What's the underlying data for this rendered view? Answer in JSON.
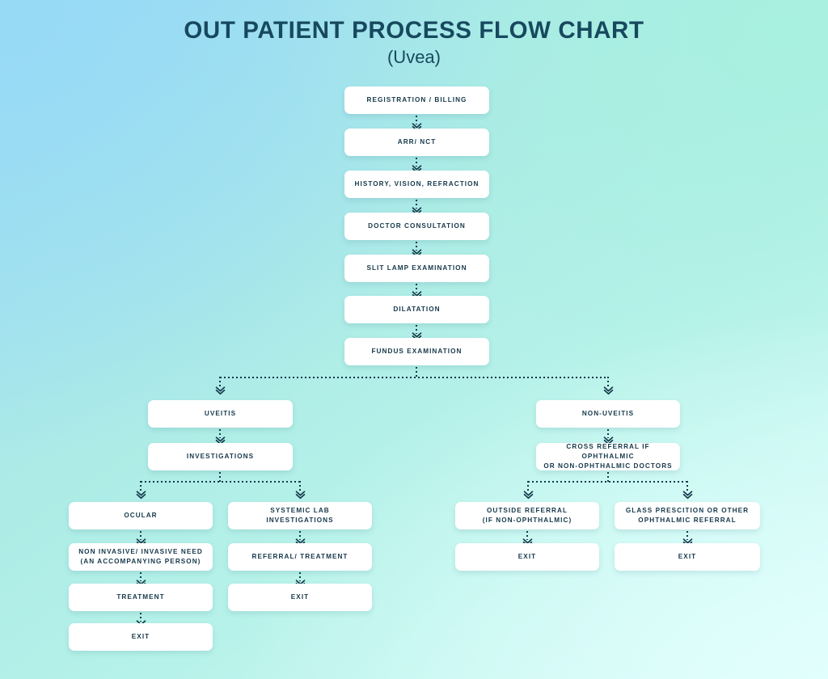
{
  "header": {
    "title": "OUT PATIENT PROCESS FLOW CHART",
    "subtitle": "(Uvea)"
  },
  "theme": {
    "background_top_left": "#9BDDF5",
    "background_top_right": "#A8F0E0",
    "background_bottom_right": "#DDFCFC",
    "node_fill": "#FFFFFF",
    "text_color": "#16394B",
    "title_color": "#17495E",
    "connector_color": "#16394B"
  },
  "chart_data": {
    "type": "diagram",
    "title": "OUT PATIENT PROCESS FLOW CHART",
    "subtitle": "(Uvea)",
    "orientation": "top-down",
    "connector_style": "dotted-with-double-chevron-arrowhead",
    "nodes": [
      {
        "id": "n1",
        "label": "REGISTRATION / BILLING"
      },
      {
        "id": "n2",
        "label": "ARR/ NCT"
      },
      {
        "id": "n3",
        "label": "HISTORY, VISION, REFRACTION"
      },
      {
        "id": "n4",
        "label": "DOCTOR CONSULTATION"
      },
      {
        "id": "n5",
        "label": "SLIT LAMP EXAMINATION"
      },
      {
        "id": "n6",
        "label": "DILATATION"
      },
      {
        "id": "n7",
        "label": "FUNDUS EXAMINATION"
      },
      {
        "id": "n8",
        "label": "UVEITIS"
      },
      {
        "id": "n9",
        "label": "INVESTIGATIONS"
      },
      {
        "id": "n10",
        "label": "OCULAR"
      },
      {
        "id": "n11",
        "label": "NON INVASIVE/ INVASIVE NEED\n(AN ACCOMPANYING PERSON)"
      },
      {
        "id": "n12",
        "label": "TREATMENT"
      },
      {
        "id": "n13",
        "label": "EXIT"
      },
      {
        "id": "n14",
        "label": "SYSTEMIC LAB\nINVESTIGATIONS"
      },
      {
        "id": "n15",
        "label": "REFERRAL/ TREATMENT"
      },
      {
        "id": "n16",
        "label": "EXIT"
      },
      {
        "id": "n17",
        "label": "NON-UVEITIS"
      },
      {
        "id": "n18",
        "label": "CROSS REFERRAL IF OPHTHALMIC\nOR NON-OPHTHALMIC DOCTORS"
      },
      {
        "id": "n19",
        "label": "OUTSIDE REFERRAL\n(IF NON-OPHTHALMIC)"
      },
      {
        "id": "n20",
        "label": "EXIT"
      },
      {
        "id": "n21",
        "label": "GLASS PRESCITION OR OTHER\nOPHTHALMIC REFERRAL"
      },
      {
        "id": "n22",
        "label": "EXIT"
      }
    ],
    "edges": [
      {
        "from": "n1",
        "to": "n2"
      },
      {
        "from": "n2",
        "to": "n3"
      },
      {
        "from": "n3",
        "to": "n4"
      },
      {
        "from": "n4",
        "to": "n5"
      },
      {
        "from": "n5",
        "to": "n6"
      },
      {
        "from": "n6",
        "to": "n7"
      },
      {
        "from": "n7",
        "to": "n8"
      },
      {
        "from": "n7",
        "to": "n17"
      },
      {
        "from": "n8",
        "to": "n9"
      },
      {
        "from": "n9",
        "to": "n10"
      },
      {
        "from": "n9",
        "to": "n14"
      },
      {
        "from": "n10",
        "to": "n11"
      },
      {
        "from": "n11",
        "to": "n12"
      },
      {
        "from": "n12",
        "to": "n13"
      },
      {
        "from": "n14",
        "to": "n15"
      },
      {
        "from": "n15",
        "to": "n16"
      },
      {
        "from": "n17",
        "to": "n18"
      },
      {
        "from": "n18",
        "to": "n19"
      },
      {
        "from": "n18",
        "to": "n21"
      },
      {
        "from": "n19",
        "to": "n20"
      },
      {
        "from": "n21",
        "to": "n22"
      }
    ]
  }
}
